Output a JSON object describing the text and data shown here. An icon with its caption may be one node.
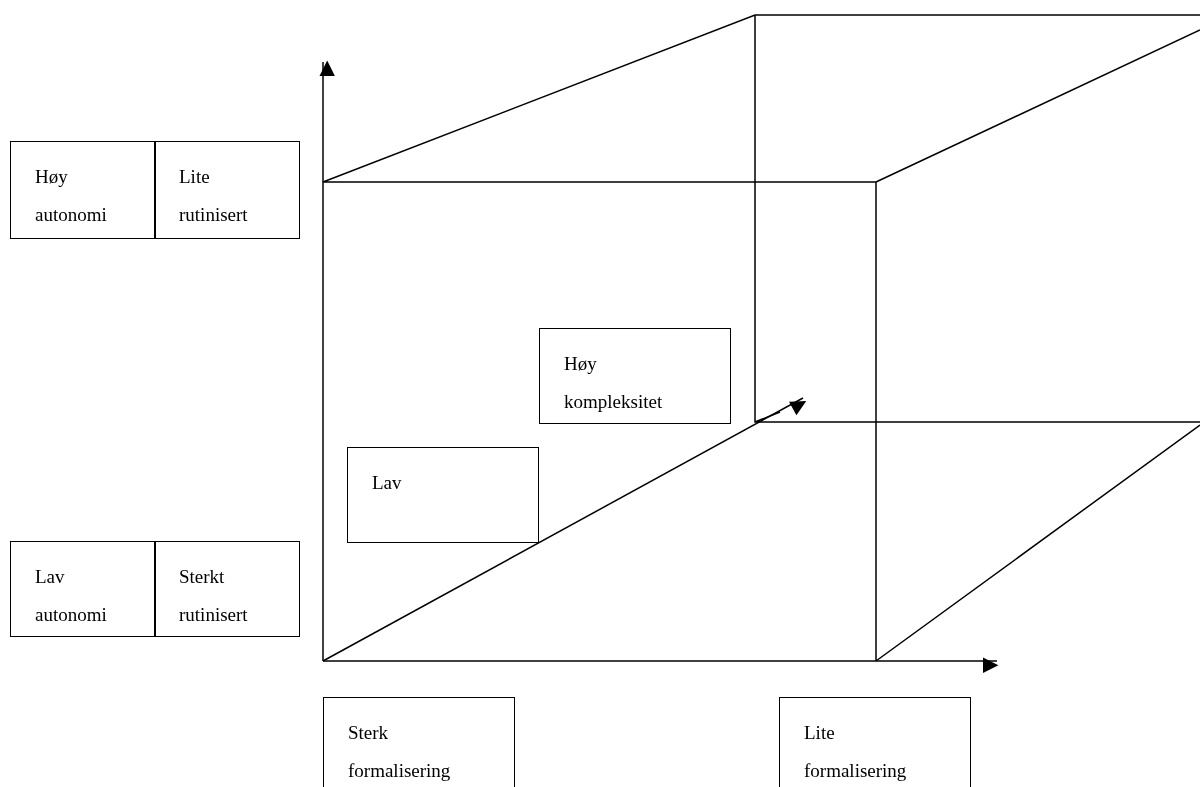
{
  "diagram": {
    "nodes": [
      {
        "text": [
          "Høy autonomi"
        ]
      },
      {
        "text": [
          "Lite rutinisert"
        ]
      },
      {
        "text": [
          "Høy kompleksitet"
        ]
      },
      {
        "text": [
          "Lav"
        ]
      },
      {
        "text": [
          "Lav autonomi"
        ]
      },
      {
        "text": [
          "Sterkt rutinisert"
        ]
      },
      {
        "text": [
          "Sterk formalisering"
        ]
      },
      {
        "text": [
          "Lite formalisering"
        ]
      }
    ],
    "edges": []
  }
}
